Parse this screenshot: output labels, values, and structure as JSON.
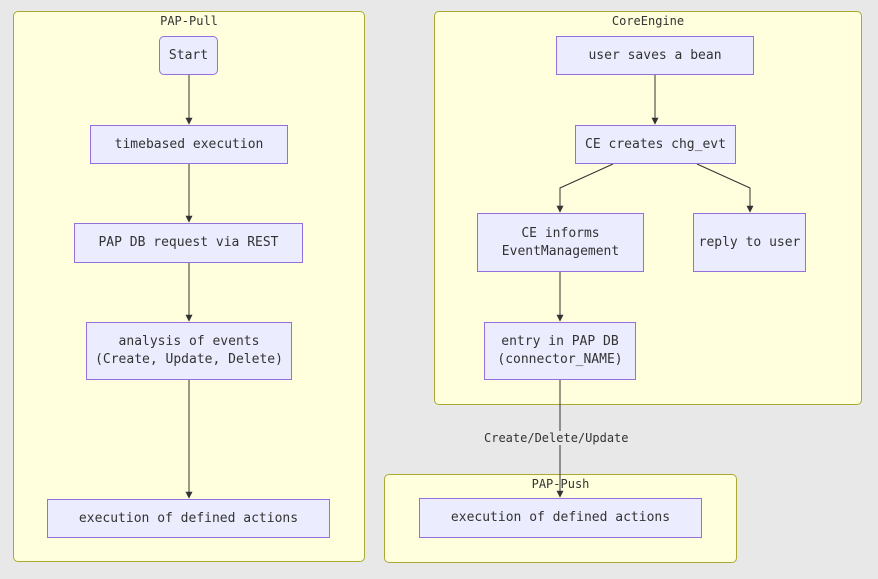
{
  "colors": {
    "cluster_fill": "#ffffde",
    "cluster_border": "#aaaa33",
    "node_fill": "#ececff",
    "node_border": "#9370db",
    "edge": "#333333",
    "background": "#e8e8e8"
  },
  "clusters": {
    "pap_pull": "PAP-Pull",
    "core_engine": "CoreEngine",
    "pap_push": "PAP-Push"
  },
  "nodes": {
    "start": "Start",
    "timebased": "timebased execution",
    "pap_db_request": "PAP DB request via REST",
    "analysis": "analysis of events\n(Create, Update, Delete)",
    "pull_actions": "execution of defined actions",
    "user_saves": "user saves a bean",
    "ce_creates": "CE creates chg_evt",
    "ce_informs": "CE informs\nEventManagement",
    "reply_user": "reply to user",
    "entry_pap_db": "entry in PAP DB\n(connector_NAME)",
    "push_actions": "execution of defined actions"
  },
  "edge_labels": {
    "create_delete_update": "Create/Delete/Update"
  }
}
